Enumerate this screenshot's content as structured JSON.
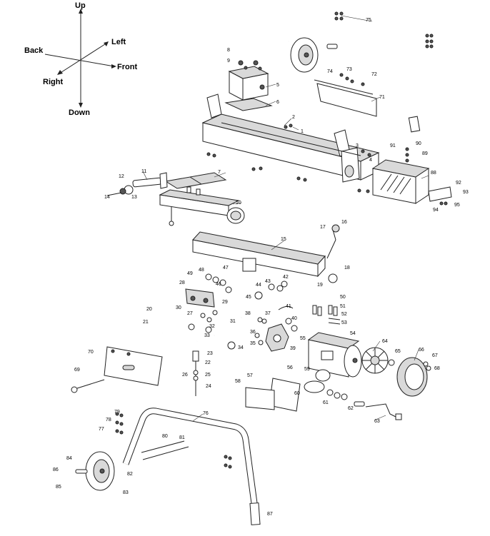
{
  "orientation": {
    "up": "Up",
    "left": "Left",
    "back": "Back",
    "front": "Front",
    "right": "Right",
    "down": "Down"
  },
  "callouts": [
    "1",
    "2",
    "3",
    "4",
    "5",
    "6",
    "7",
    "8",
    "9",
    "10",
    "11",
    "12",
    "13",
    "14",
    "15",
    "16",
    "17",
    "18",
    "19",
    "20",
    "21",
    "22",
    "23",
    "24",
    "25",
    "26",
    "27",
    "28",
    "29",
    "30",
    "31",
    "32",
    "33",
    "34",
    "35",
    "36",
    "37",
    "38",
    "39",
    "40",
    "41",
    "42",
    "43",
    "44",
    "45",
    "46",
    "47",
    "48",
    "49",
    "50",
    "51",
    "52",
    "53",
    "54",
    "55",
    "56",
    "57",
    "58",
    "59",
    "60",
    "61",
    "62",
    "63",
    "64",
    "65",
    "66",
    "67",
    "68",
    "69",
    "70",
    "71",
    "72",
    "73",
    "74",
    "75",
    "76",
    "77",
    "78",
    "79",
    "80",
    "81",
    "82",
    "83",
    "84",
    "85",
    "86",
    "87",
    "88",
    "89",
    "90",
    "91",
    "92",
    "93",
    "94",
    "95"
  ]
}
